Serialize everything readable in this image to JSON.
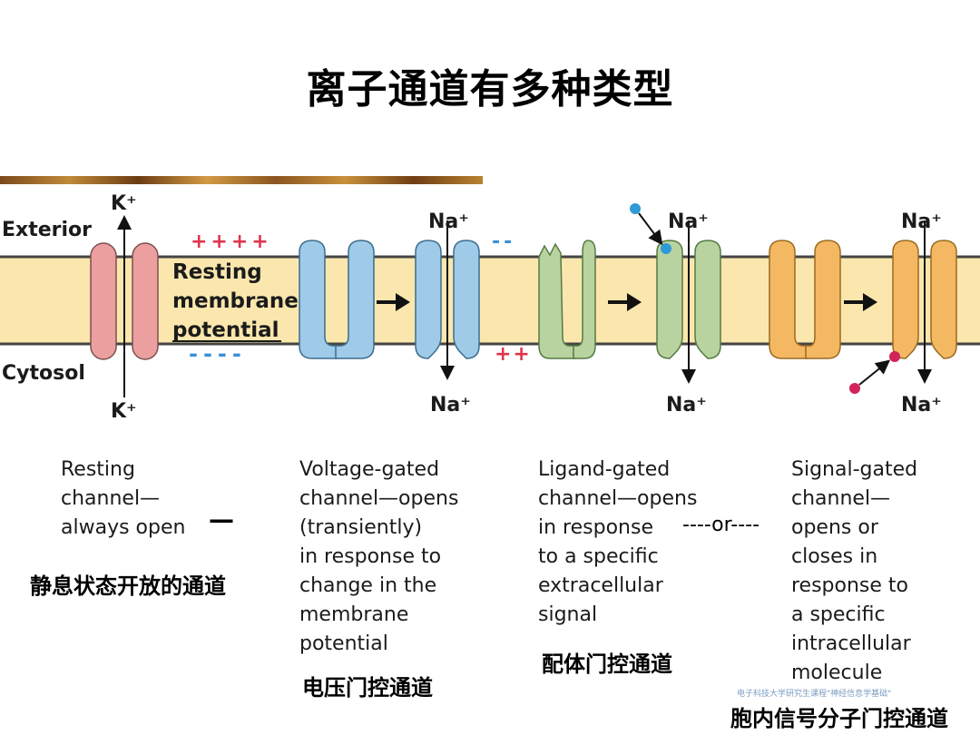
{
  "title": "离子通道有多种类型",
  "diagram": {
    "exterior_label": "Exterior",
    "cytosol_label": "Cytosol",
    "resting_label_lines": [
      "Resting",
      "membrane",
      "potential"
    ],
    "plus_top": "++++",
    "minus_bottom": "----",
    "minus_top": "--",
    "plus_bottom": "++",
    "ions": {
      "k_top": "K⁺",
      "k_bottom": "K⁺",
      "na": "Na⁺"
    },
    "colors": {
      "membrane": "#fbe7ad",
      "resting": "#ec9f9f",
      "voltage": "#9fcbe9",
      "ligand": "#b9d3a0",
      "signal": "#f5b862",
      "plus": "#e0354e",
      "minus": "#3b8fd5"
    }
  },
  "descriptions": {
    "resting": "Resting\nchannel—\nalways open",
    "voltage": "Voltage-gated\nchannel—opens\n(transiently)\nin response to\nchange in the\nmembrane\npotential",
    "ligand": "Ligand-gated\nchannel—opens\nin response\nto a specific\nextracellular\nsignal",
    "signal": "Signal-gated\nchannel—\nopens or\ncloses in\nresponse to\na specific\nintracellular\nmolecule",
    "or_connector": "----or----",
    "dash_mark": "—"
  },
  "chinese_labels": {
    "resting": "静息状态开放的通道",
    "voltage": "电压门控通道",
    "ligand": "配体门控通道",
    "signal": "胞内信号分子门控通道"
  },
  "credit": "电子科技大学研究生课程\"神经信息学基础\""
}
